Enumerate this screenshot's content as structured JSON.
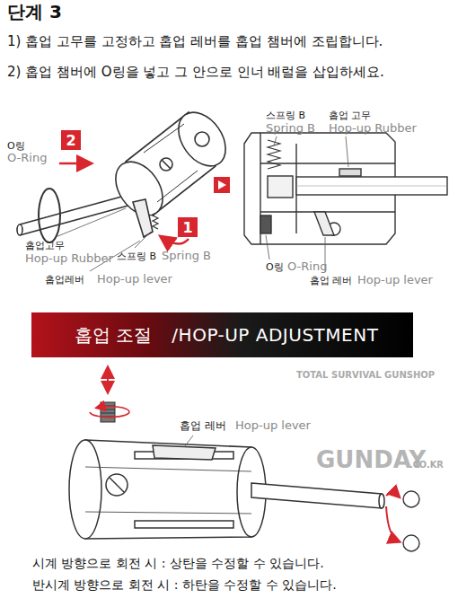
{
  "diagram": {
    "title": "단계 3",
    "nodes": [
      {
        "text": [
          "2"
        ]
      },
      {
        "text": [
          "1"
        ]
      },
      {
        "text": [
          "홉업 조절",
          "/HOP-UP ADJUSTMENT"
        ]
      }
    ],
    "labels": [
      "1) 홉업 고무를 고정하고 홉업 레버를 홉업 챔버에 조립합니다.",
      "2) 홉업 챔버에 O링을 넣고 그 안으로 인너 배럴을 삽입하세요.",
      "O링",
      "O-Ring",
      "홉업고무",
      "Hop-up Rubber",
      "스프링 B",
      "Spring B",
      "홉업레버",
      "Hop-up lever",
      "스프링 B",
      "Spring B",
      "홉업 고무",
      "Hop-up Rubber",
      "O링",
      "O-Ring",
      "홉업 레버",
      "Hop-up lever",
      "홉업 레버",
      "Hop-up lever",
      "TOTAL SURVIVAL GUNSHOP",
      "GUNDAY",
      ".CO.KR",
      "시계 방향으로 회전 시 : 상탄을 수정할 수 있습니다.",
      "반시계 방향으로 회전 시 : 하탄을 수정할 수 있습니다."
    ]
  }
}
